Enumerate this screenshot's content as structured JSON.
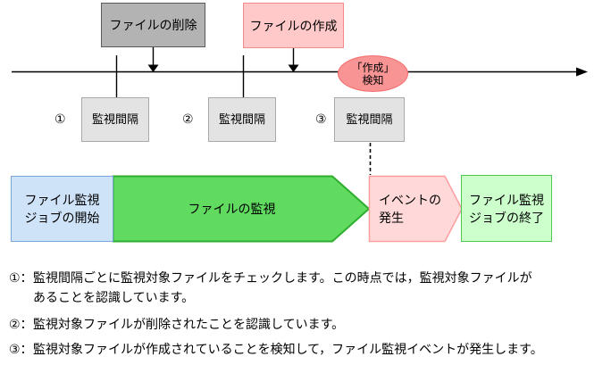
{
  "colors": {
    "delete_box_fill": "#b3b3b3",
    "delete_box_border": "#5a5a5a",
    "create_box_fill": "#ffc9c9",
    "create_box_border": "#f28b8b",
    "interval_box_fill": "#e3e3e3",
    "interval_box_border": "#a9a9a9",
    "detect_bubble_fill": "#f89494",
    "detect_bubble_border": "#f56b6b",
    "start_box_fill": "#cee2f8",
    "start_box_border": "#7ba6d9",
    "monitor_arrow_fill": "#60db60",
    "monitor_arrow_border": "#2eae2e",
    "event_shape_fill": "#ffd9d9",
    "event_shape_border": "#ff9d9d",
    "end_box_fill": "#ccffcc",
    "end_box_border": "#4ecb4e",
    "line_color": "#000000"
  },
  "timeline": {
    "delete_label": "ファイルの削除",
    "create_label": "ファイルの作成",
    "detect_bubble": {
      "line1": "「作成」",
      "line2": "検知"
    },
    "intervals": [
      {
        "marker": "①",
        "label": "監視間隔"
      },
      {
        "marker": "②",
        "label": "監視間隔"
      },
      {
        "marker": "③",
        "label": "監視間隔"
      }
    ]
  },
  "flow": {
    "start": {
      "line1": "ファイル監視",
      "line2": "ジョブの開始"
    },
    "monitoring": {
      "label": "ファイルの監視"
    },
    "event": {
      "line1": "イベントの",
      "line2": "発生"
    },
    "end": {
      "line1": "ファイル監視",
      "line2": "ジョブの終了"
    }
  },
  "notes": [
    {
      "num": "①：",
      "line1": "監視間隔ごとに監視対象ファイルをチェックします。この時点では，監視対象ファイルが",
      "line2": "あることを認識しています。"
    },
    {
      "num": "②：",
      "line1": "監視対象ファイルが削除されたことを認識しています。"
    },
    {
      "num": "③：",
      "line1": "監視対象ファイルが作成されていることを検知して，ファイル監視イベントが発生します。"
    }
  ]
}
